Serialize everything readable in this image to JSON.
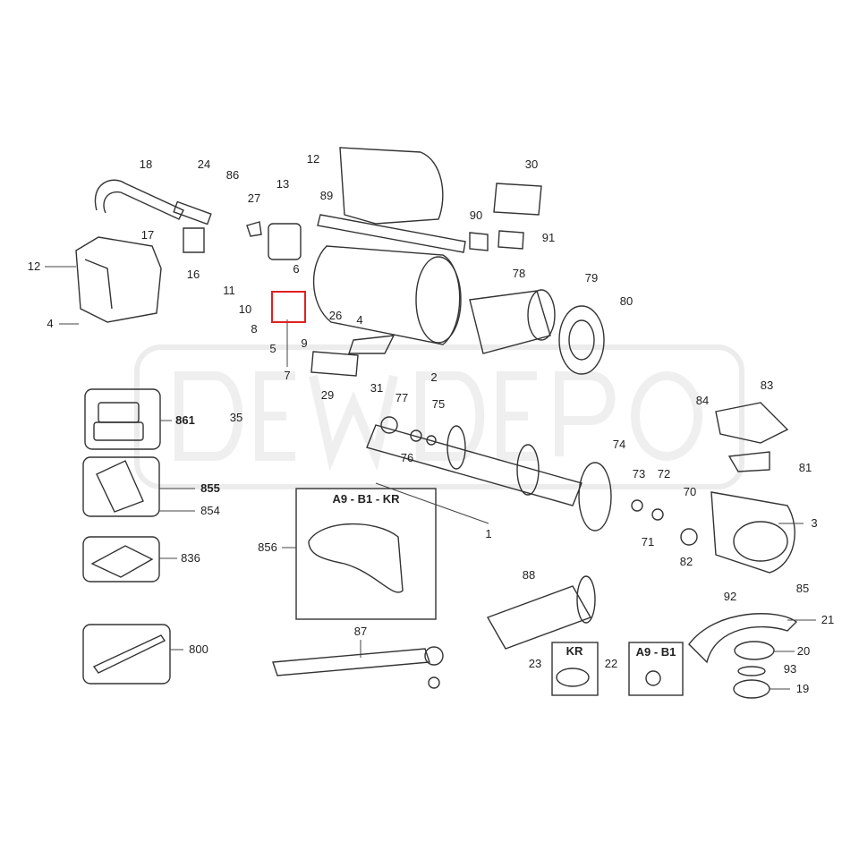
{
  "watermark": "DEWDEPO",
  "highlight_color": "#e02020",
  "box_titles": {
    "guard_kit": "A9 - B1 - KR",
    "kr": "KR",
    "a9_b1": "A9 - B1"
  },
  "labels": [
    "18",
    "24",
    "86",
    "27",
    "13",
    "12",
    "89",
    "30",
    "90",
    "91",
    "17",
    "16",
    "12",
    "11",
    "10",
    "8",
    "6",
    "26",
    "4",
    "4",
    "5",
    "7",
    "9",
    "2",
    "78",
    "79",
    "80",
    "29",
    "31",
    "35",
    "861",
    "77",
    "75",
    "76",
    "84",
    "83",
    "74",
    "73",
    "72",
    "70",
    "71",
    "82",
    "3",
    "81",
    "855",
    "854",
    "1",
    "856",
    "836",
    "88",
    "92",
    "85",
    "21",
    "20",
    "93",
    "19",
    "87",
    "800",
    "23",
    "22"
  ]
}
